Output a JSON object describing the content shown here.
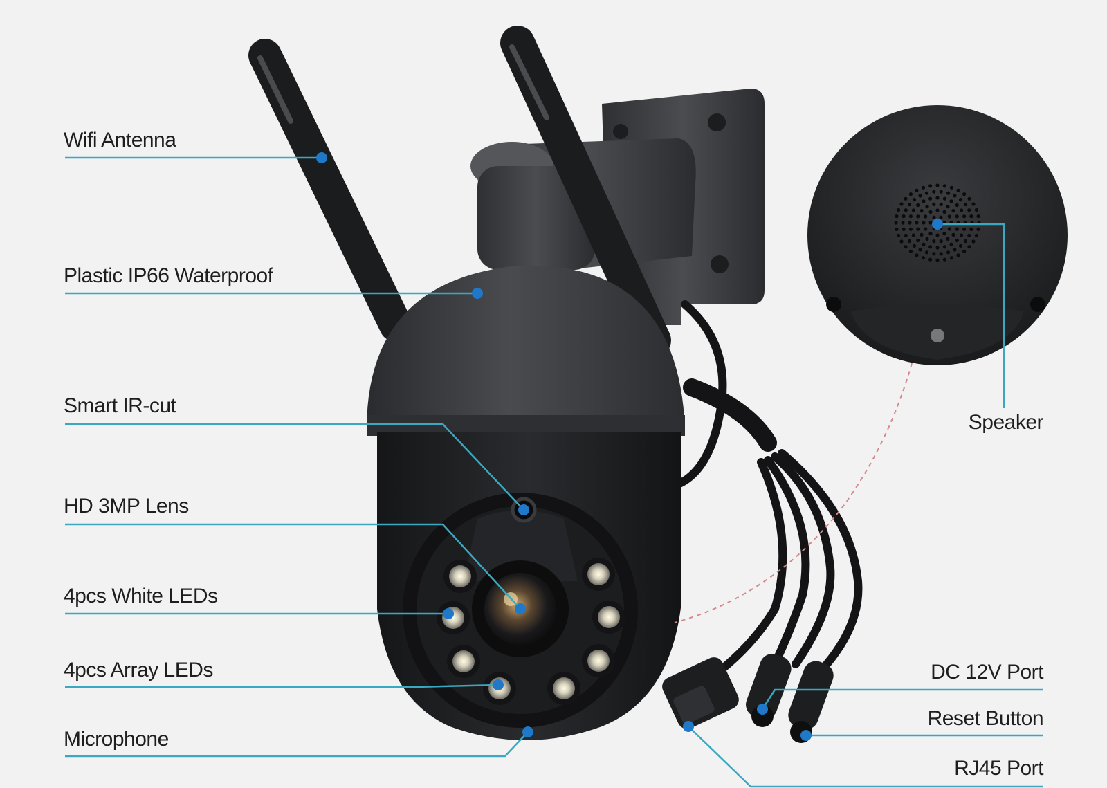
{
  "colors": {
    "background": "#f2f2f2",
    "leader_line": "#3aa8c1",
    "callout_dot": "#1f78c8",
    "camera_body": "#3b3c3f",
    "camera_dark": "#17181a",
    "dashed_link": "#d58a8a"
  },
  "labels": {
    "wifi_antenna": "Wifi Antenna",
    "waterproof": "Plastic IP66 Waterproof",
    "ir_cut": "Smart IR-cut",
    "lens": "HD 3MP Lens",
    "white_leds": "4pcs White LEDs",
    "array_leds": "4pcs Array LEDs",
    "microphone": "Microphone",
    "speaker": "Speaker",
    "dc_port": "DC 12V Port",
    "reset_button": "Reset Button",
    "rj45_port": "RJ45 Port"
  }
}
